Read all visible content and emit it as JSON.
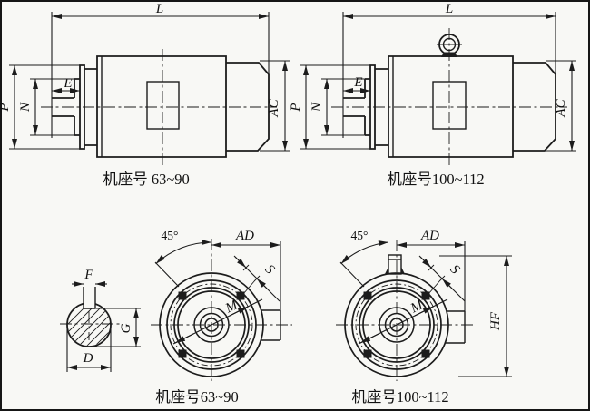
{
  "figure": {
    "background": "#f8f8f5",
    "line_color": "#1c1c1c",
    "captions": {
      "side_small": "机座号 63~90",
      "side_large": "机座号100~112",
      "front_small": "机座号63~90",
      "front_large": "机座号100~112"
    },
    "dims": {
      "L": "L",
      "E": "E",
      "N": "N",
      "P": "P",
      "AC": "AC",
      "F": "F",
      "G": "G",
      "D": "D",
      "AD": "AD",
      "S": "S",
      "M": "M",
      "HF": "HF",
      "angle": "45°"
    }
  }
}
